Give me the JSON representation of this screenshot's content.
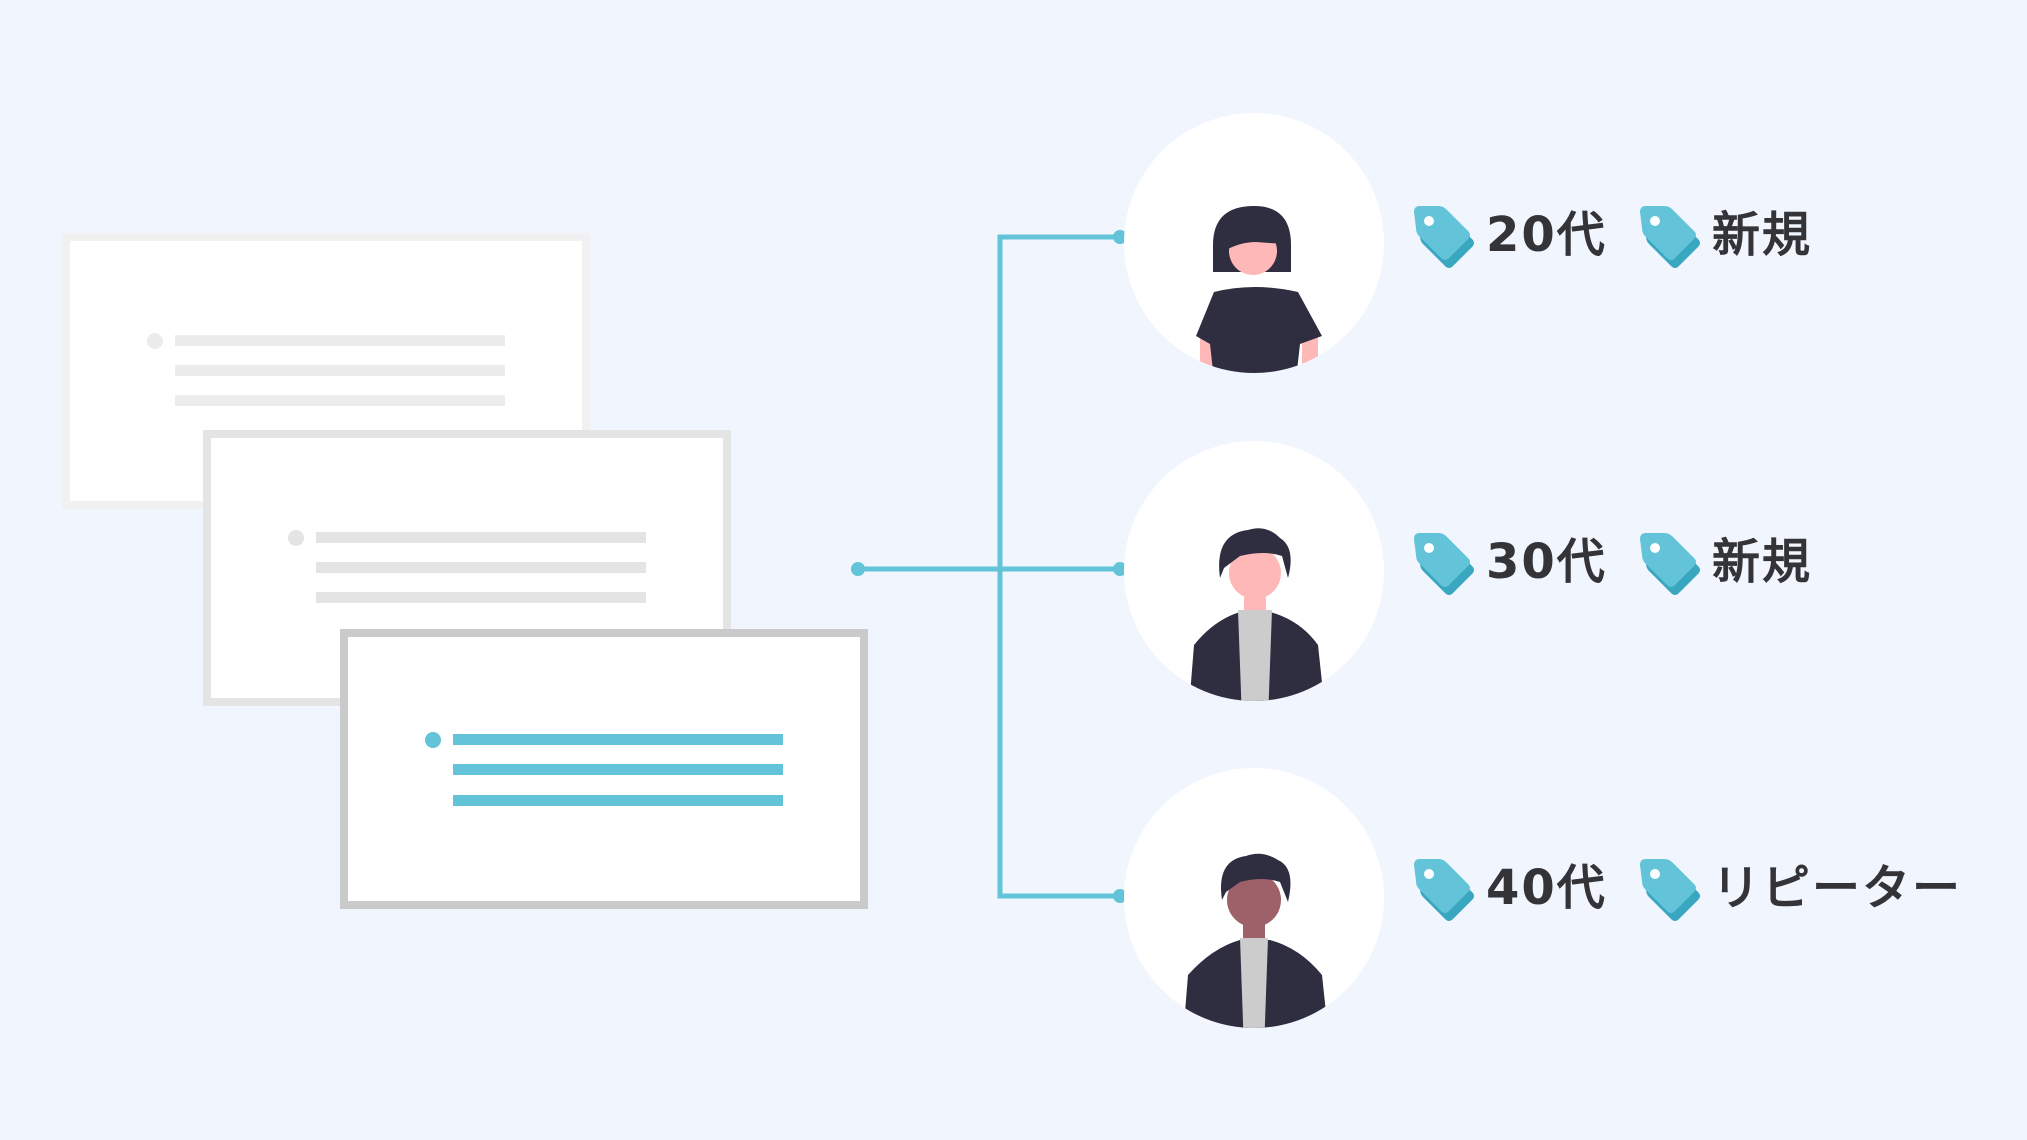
{
  "colors": {
    "background": "#f1f6fe",
    "accent": "#62c3d9",
    "accent_dark": "#3aa7c1",
    "card_light_border": "#f1f1f1",
    "card_mid_border": "#e3e3e3",
    "card_front_border": "#c9c9c9",
    "placeholder_line": "#e8e8e8",
    "label_text": "#333338",
    "figure_dark": "#2f2e41",
    "skin_light": "#ffb8b8",
    "skin_dark": "#9e616a",
    "shirt_gray": "#cccccc"
  },
  "documents": [
    {
      "name": "document-back",
      "style": "faint"
    },
    {
      "name": "document-middle",
      "style": "muted"
    },
    {
      "name": "document-front",
      "style": "highlighted"
    }
  ],
  "segments": [
    {
      "persona_icon": "woman-avatar-icon",
      "tags": [
        {
          "icon": "tag-icon",
          "label": "20代"
        },
        {
          "icon": "tag-icon",
          "label": "新規"
        }
      ]
    },
    {
      "persona_icon": "man-avatar-icon",
      "tags": [
        {
          "icon": "tag-icon",
          "label": "30代"
        },
        {
          "icon": "tag-icon",
          "label": "新規"
        }
      ]
    },
    {
      "persona_icon": "man-dark-skin-avatar-icon",
      "tags": [
        {
          "icon": "tag-icon",
          "label": "40代"
        },
        {
          "icon": "tag-icon",
          "label": "リピーター"
        }
      ]
    }
  ]
}
